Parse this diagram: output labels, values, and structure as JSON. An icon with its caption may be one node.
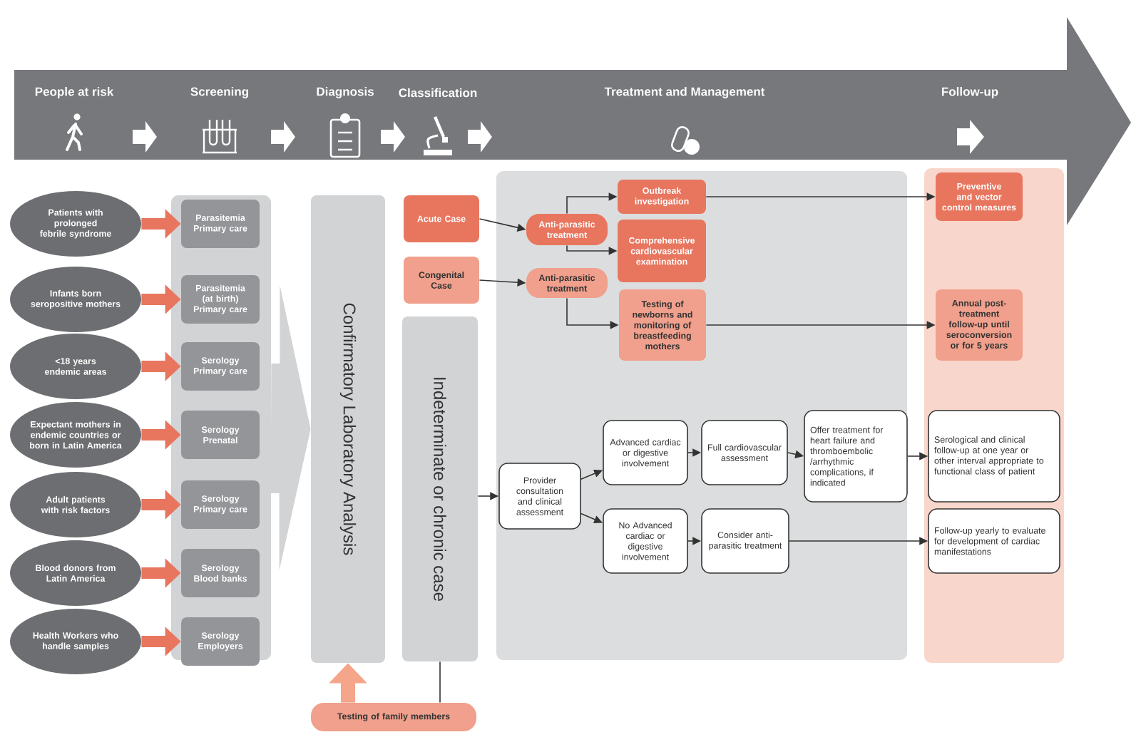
{
  "diagram": {
    "nodes": [
      {
        "text": [
          "Patients with prolonged febrile syndrome"
        ]
      },
      {
        "text": [
          "Infants born seropositive mothers"
        ]
      },
      {
        "text": [
          "<18 years endemic areas"
        ]
      },
      {
        "text": [
          "Expectant mothers in endemic countries or born in Latin America"
        ]
      },
      {
        "text": [
          "Adult patients with risk factors"
        ]
      },
      {
        "text": [
          "Blood donors from Latin America"
        ]
      },
      {
        "text": [
          "Health Workers who handle samples"
        ]
      },
      {
        "text": [],
        "shape": "box"
      },
      {
        "text": [
          "Parasitemia Primary care"
        ],
        "in": 7
      },
      {
        "text": [
          "Parasitemia (at birth) Primary care"
        ],
        "in": 7
      },
      {
        "text": [
          "Serology Primary care"
        ],
        "in": 7
      },
      {
        "text": [
          "Serology Prenatal"
        ],
        "in": 7
      },
      {
        "text": [
          "Serology Primary care"
        ],
        "in": 7
      },
      {
        "text": [
          "Serology Blood banks"
        ],
        "in": 7
      },
      {
        "text": [
          "Serology Employers"
        ],
        "in": 7
      },
      {
        "text": [
          "Confirmatory Laboratory Analysis"
        ]
      },
      {
        "text": [
          "Acute Case"
        ]
      },
      {
        "text": [
          "Congenital Case"
        ]
      },
      {
        "text": [
          "Indeterminate or chronic case"
        ]
      },
      {
        "text": [],
        "shape": "box"
      },
      {
        "text": [
          "Anti-parasitic treatment"
        ],
        "in": 19
      },
      {
        "text": [
          "Outbreak investigation"
        ],
        "in": 19
      },
      {
        "text": [
          "Comprehensive cardiovascular examination"
        ],
        "in": 19
      },
      {
        "text": [
          "Anti-parasitic treatment"
        ],
        "in": 19
      },
      {
        "text": [
          "Testing of newborns and monitoring of breastfeeding mothers"
        ],
        "in": 19
      },
      {
        "text": [
          "Provider consultation and clinical assessment"
        ],
        "in": 19
      },
      {
        "text": [
          "Advanced cardiac or digestive involvement"
        ],
        "in": 19
      },
      {
        "text": [
          "Full cardiovascular assessment"
        ],
        "in": 19
      },
      {
        "text": [
          "Offer treatment for heart failure and thromboembolic /arrhythmic complications, if indicated"
        ],
        "in": 19
      },
      {
        "text": [
          "No Advanced cardiac or digestive involvement"
        ],
        "in": 19
      },
      {
        "text": [
          "Consider anti-parasitic treatment"
        ],
        "in": 19
      },
      {
        "text": [],
        "shape": "box"
      },
      {
        "text": [
          "Preventive and vector control measures"
        ],
        "in": 31
      },
      {
        "text": [
          "Annual post-treatment follow-up until seroconversion or for 5 years"
        ],
        "in": 31
      },
      {
        "text": [
          "Serological and clinical follow-up at one year or other interval appropriate to functional class of patient"
        ],
        "in": 31
      },
      {
        "text": [
          "Follow-up yearly to evaluate for development of cardiac manifestations"
        ],
        "in": 31
      },
      {
        "text": [
          "Testing of family members"
        ]
      }
    ],
    "edges": [
      {
        "from": 0,
        "to": 8,
        "arrow": "to",
        "style": "thick",
        "color": "#e8765f"
      },
      {
        "from": 1,
        "to": 9,
        "arrow": "to",
        "style": "thick",
        "color": "#e8765f"
      },
      {
        "from": 2,
        "to": 10,
        "arrow": "to",
        "style": "thick",
        "color": "#e8765f"
      },
      {
        "from": 3,
        "to": 11,
        "arrow": "to",
        "style": "thick",
        "color": "#e8765f"
      },
      {
        "from": 4,
        "to": 12,
        "arrow": "to",
        "style": "thick",
        "color": "#e8765f"
      },
      {
        "from": 5,
        "to": 13,
        "arrow": "to",
        "style": "thick",
        "color": "#e8765f"
      },
      {
        "from": 6,
        "to": 14,
        "arrow": "to",
        "style": "thick",
        "color": "#e8765f"
      },
      {
        "from": 7,
        "to": 15,
        "arrow": "to",
        "style": "thick",
        "color": "#d1d3d4"
      },
      {
        "from": 16,
        "to": 20,
        "arrow": "to"
      },
      {
        "from": 20,
        "to": 21,
        "arrow": "to"
      },
      {
        "from": 20,
        "to": 22,
        "arrow": "to"
      },
      {
        "from": 17,
        "to": 23,
        "arrow": "to"
      },
      {
        "from": 23,
        "to": 24,
        "arrow": "to"
      },
      {
        "from": 21,
        "to": 32,
        "arrow": "to"
      },
      {
        "from": 24,
        "to": 33,
        "arrow": "to"
      },
      {
        "from": 18,
        "to": 25,
        "arrow": "to"
      },
      {
        "from": 25,
        "to": 26,
        "arrow": "to"
      },
      {
        "from": 25,
        "to": 29,
        "arrow": "to"
      },
      {
        "from": 26,
        "to": 27,
        "arrow": "to"
      },
      {
        "from": 27,
        "to": 28,
        "arrow": "to"
      },
      {
        "from": 28,
        "to": 34,
        "arrow": "to"
      },
      {
        "from": 29,
        "to": 30,
        "arrow": "to"
      },
      {
        "from": 30,
        "to": 35,
        "arrow": "to"
      },
      {
        "from": 18,
        "to": 36,
        "arrow": "none"
      },
      {
        "from": 36,
        "to": 15,
        "arrow": "to",
        "style": "thick",
        "color": "#f4a58a"
      }
    ],
    "labels": [
      "People at risk",
      "Screening",
      "Diagnosis",
      "Classification",
      "Treatment and Management",
      "Follow-up"
    ]
  }
}
